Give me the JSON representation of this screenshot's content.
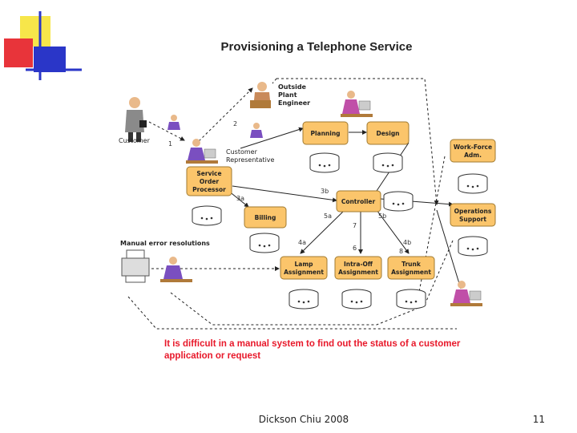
{
  "title": "Provisioning a Telephone Service",
  "people": {
    "customer": "Customer",
    "customer_rep": [
      "Customer",
      "Representative"
    ],
    "outside_plant": [
      "Outside",
      "Plant",
      "Engineer"
    ],
    "manual_error": "Manual error resolutions"
  },
  "boxes": {
    "planning": [
      "Planning"
    ],
    "design": [
      "Design"
    ],
    "service_order": [
      "Service",
      "Order",
      "Processor"
    ],
    "controller": [
      "Controller"
    ],
    "billing": [
      "Billing"
    ],
    "work_force": [
      "Work-Force",
      "Adm."
    ],
    "operations": [
      "Operations",
      "Support"
    ],
    "lamp": [
      "Lamp",
      "Assignment"
    ],
    "intraoff": [
      "Intra-Off",
      "Assignment"
    ],
    "trunk": [
      "Trunk",
      "Assignment"
    ]
  },
  "step_numbers": {
    "n1": "1",
    "n2": "2",
    "n3a": "3a",
    "n3b": "3b",
    "n4a": "4a",
    "n4b": "4b",
    "n5a": "5a",
    "n5b": "5b",
    "n6": "6",
    "n7": "7",
    "n8": "8"
  },
  "note": "It is difficult in a manual system to find out the status of a customer application or request",
  "footer": {
    "author": "Dickson Chiu 2008",
    "page": "11"
  },
  "colors": {
    "box_fill": "#fbc56b",
    "note_red": "#e8182a",
    "deco_yellow": "#f7e64a",
    "deco_red": "#e8343a",
    "deco_blue": "#2a36c8"
  },
  "icons": [
    "businessman-icon",
    "operator-icon",
    "engineer-icon",
    "printer-icon",
    "database-icon"
  ]
}
